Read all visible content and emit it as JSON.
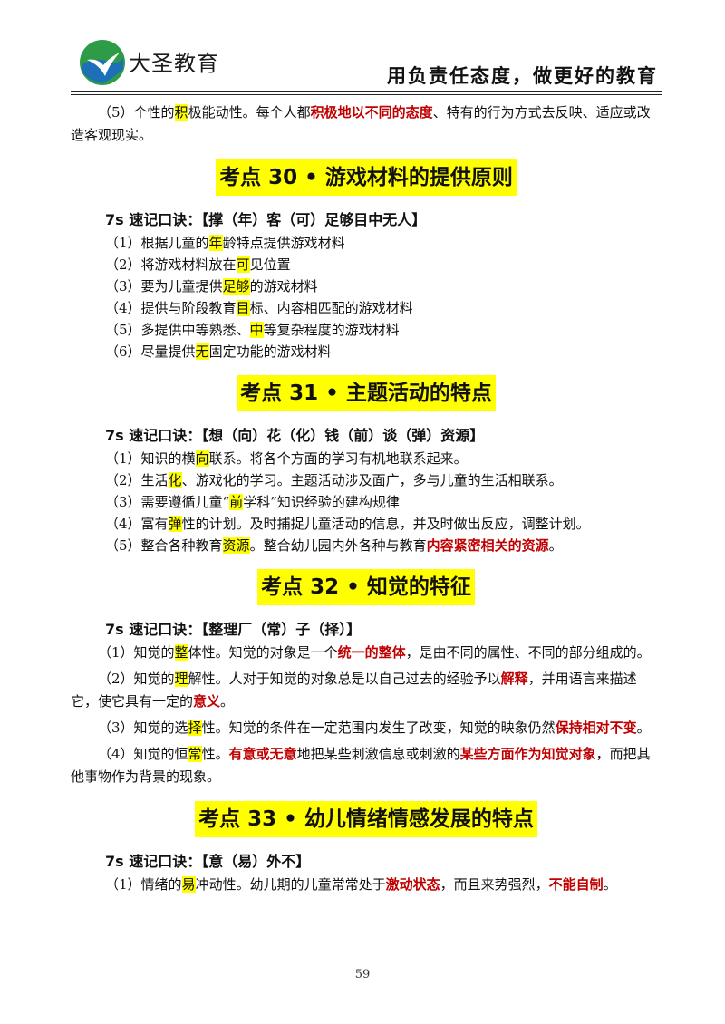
{
  "header": {
    "brand": "大圣教育",
    "slogan": "用负责任态度，做更好的教育",
    "logo_icon": "bird-globe-logo",
    "accent_color": "#1a8a3a"
  },
  "top_para": {
    "a": "（5）个性的",
    "b": "积",
    "c": "极能动性。每个人都",
    "d": "积极地以不同的态度",
    "e": "、特有的行为方式去反映、适应或改造客观现实。"
  },
  "sec30": {
    "heading": "考点 30 • 游戏材料的提供原则",
    "mnemonic": "7s 速记口诀：【撑（年）客（可）足够目中无人】",
    "items": [
      {
        "a": "（1）根据儿童的",
        "b": "年",
        "c": "龄特点提供游戏材料"
      },
      {
        "a": "（2）将游戏材料放在",
        "b": "可",
        "c": "见位置"
      },
      {
        "a": "（3）要为儿童提供",
        "b": "足够",
        "c": "的游戏材料"
      },
      {
        "a": "（4）提供与阶段教育",
        "b": "目",
        "c": "标、内容相匹配的游戏材料"
      },
      {
        "a": "（5）多提供中等熟悉、",
        "b": "中",
        "c": "等复杂程度的游戏材料"
      },
      {
        "a": "（6）尽量提供",
        "b": "无",
        "c": "固定功能的游戏材料"
      }
    ]
  },
  "sec31": {
    "heading": "考点 31 • 主题活动的特点",
    "mnemonic": "7s 速记口诀：【想（向）花（化）钱（前）谈（弹）资源】",
    "items": [
      {
        "a": "（1）知识的横",
        "b": "向",
        "c": "联系。将各个方面的学习有机地联系起来。",
        "d": "",
        "e": ""
      },
      {
        "a": "（2）生活",
        "b": "化",
        "c": "、游戏化的学习。主题活动涉及面广，多与儿童的生活相联系。",
        "d": "",
        "e": ""
      },
      {
        "a": "（3）需要遵循儿童“",
        "b": "前",
        "c": "学科”知识经验的建构规律",
        "d": "",
        "e": ""
      },
      {
        "a": "（4）富有",
        "b": "弹",
        "c": "性的计划。及时捕捉儿童活动的信息，并及时做出反应，调整计划。",
        "d": "",
        "e": ""
      },
      {
        "a": "（5）整合各种教育",
        "b": "资源",
        "c": "。整合幼儿园内外各种与教育",
        "d": "内容紧密相关的资源",
        "e": "。"
      }
    ]
  },
  "sec32": {
    "heading": "考点 32 • 知觉的特征",
    "mnemonic": "7s 速记口诀：【整理厂（常）子（择）】",
    "p1": {
      "a": "（1）知觉的",
      "b": "整",
      "c": "体性。知觉的对象是一个",
      "d": "统一的整体",
      "e": "，是由不同的属性、不同的部分组成的。"
    },
    "p2": {
      "a": "（2）知觉的",
      "b": "理",
      "c": "解性。人对于知觉的对象总是以自己过去的经验予以",
      "d": "解释",
      "e": "，并用语言来描述它，使它具有一定的",
      "f": "意义",
      "g": "。"
    },
    "p3": {
      "a": "（3）知觉的选",
      "b": "择",
      "c": "性。知觉的条件在一定范围内发生了改变，知觉的映象仍然",
      "d": "保持相对不变",
      "e": "。"
    },
    "p4": {
      "a": "（4）知觉的恒",
      "b": "常",
      "c": "性。",
      "d": "有意或无意",
      "e": "地把某些刺激信息或刺激的",
      "f": "某些方面作为知觉对象",
      "g": "，而把其他事物作为背景的现象。"
    }
  },
  "sec33": {
    "heading": "考点 33 • 幼儿情绪情感发展的特点",
    "mnemonic": "7s 速记口诀：【意（易）外不】",
    "p1": {
      "a": "（1）情绪的",
      "b": "易",
      "c": "冲动性。幼儿期的儿童常常处于",
      "d": "激动状态",
      "e": "，而且来势强烈，",
      "f": "不能自制",
      "g": "。"
    }
  },
  "page_number": "59"
}
